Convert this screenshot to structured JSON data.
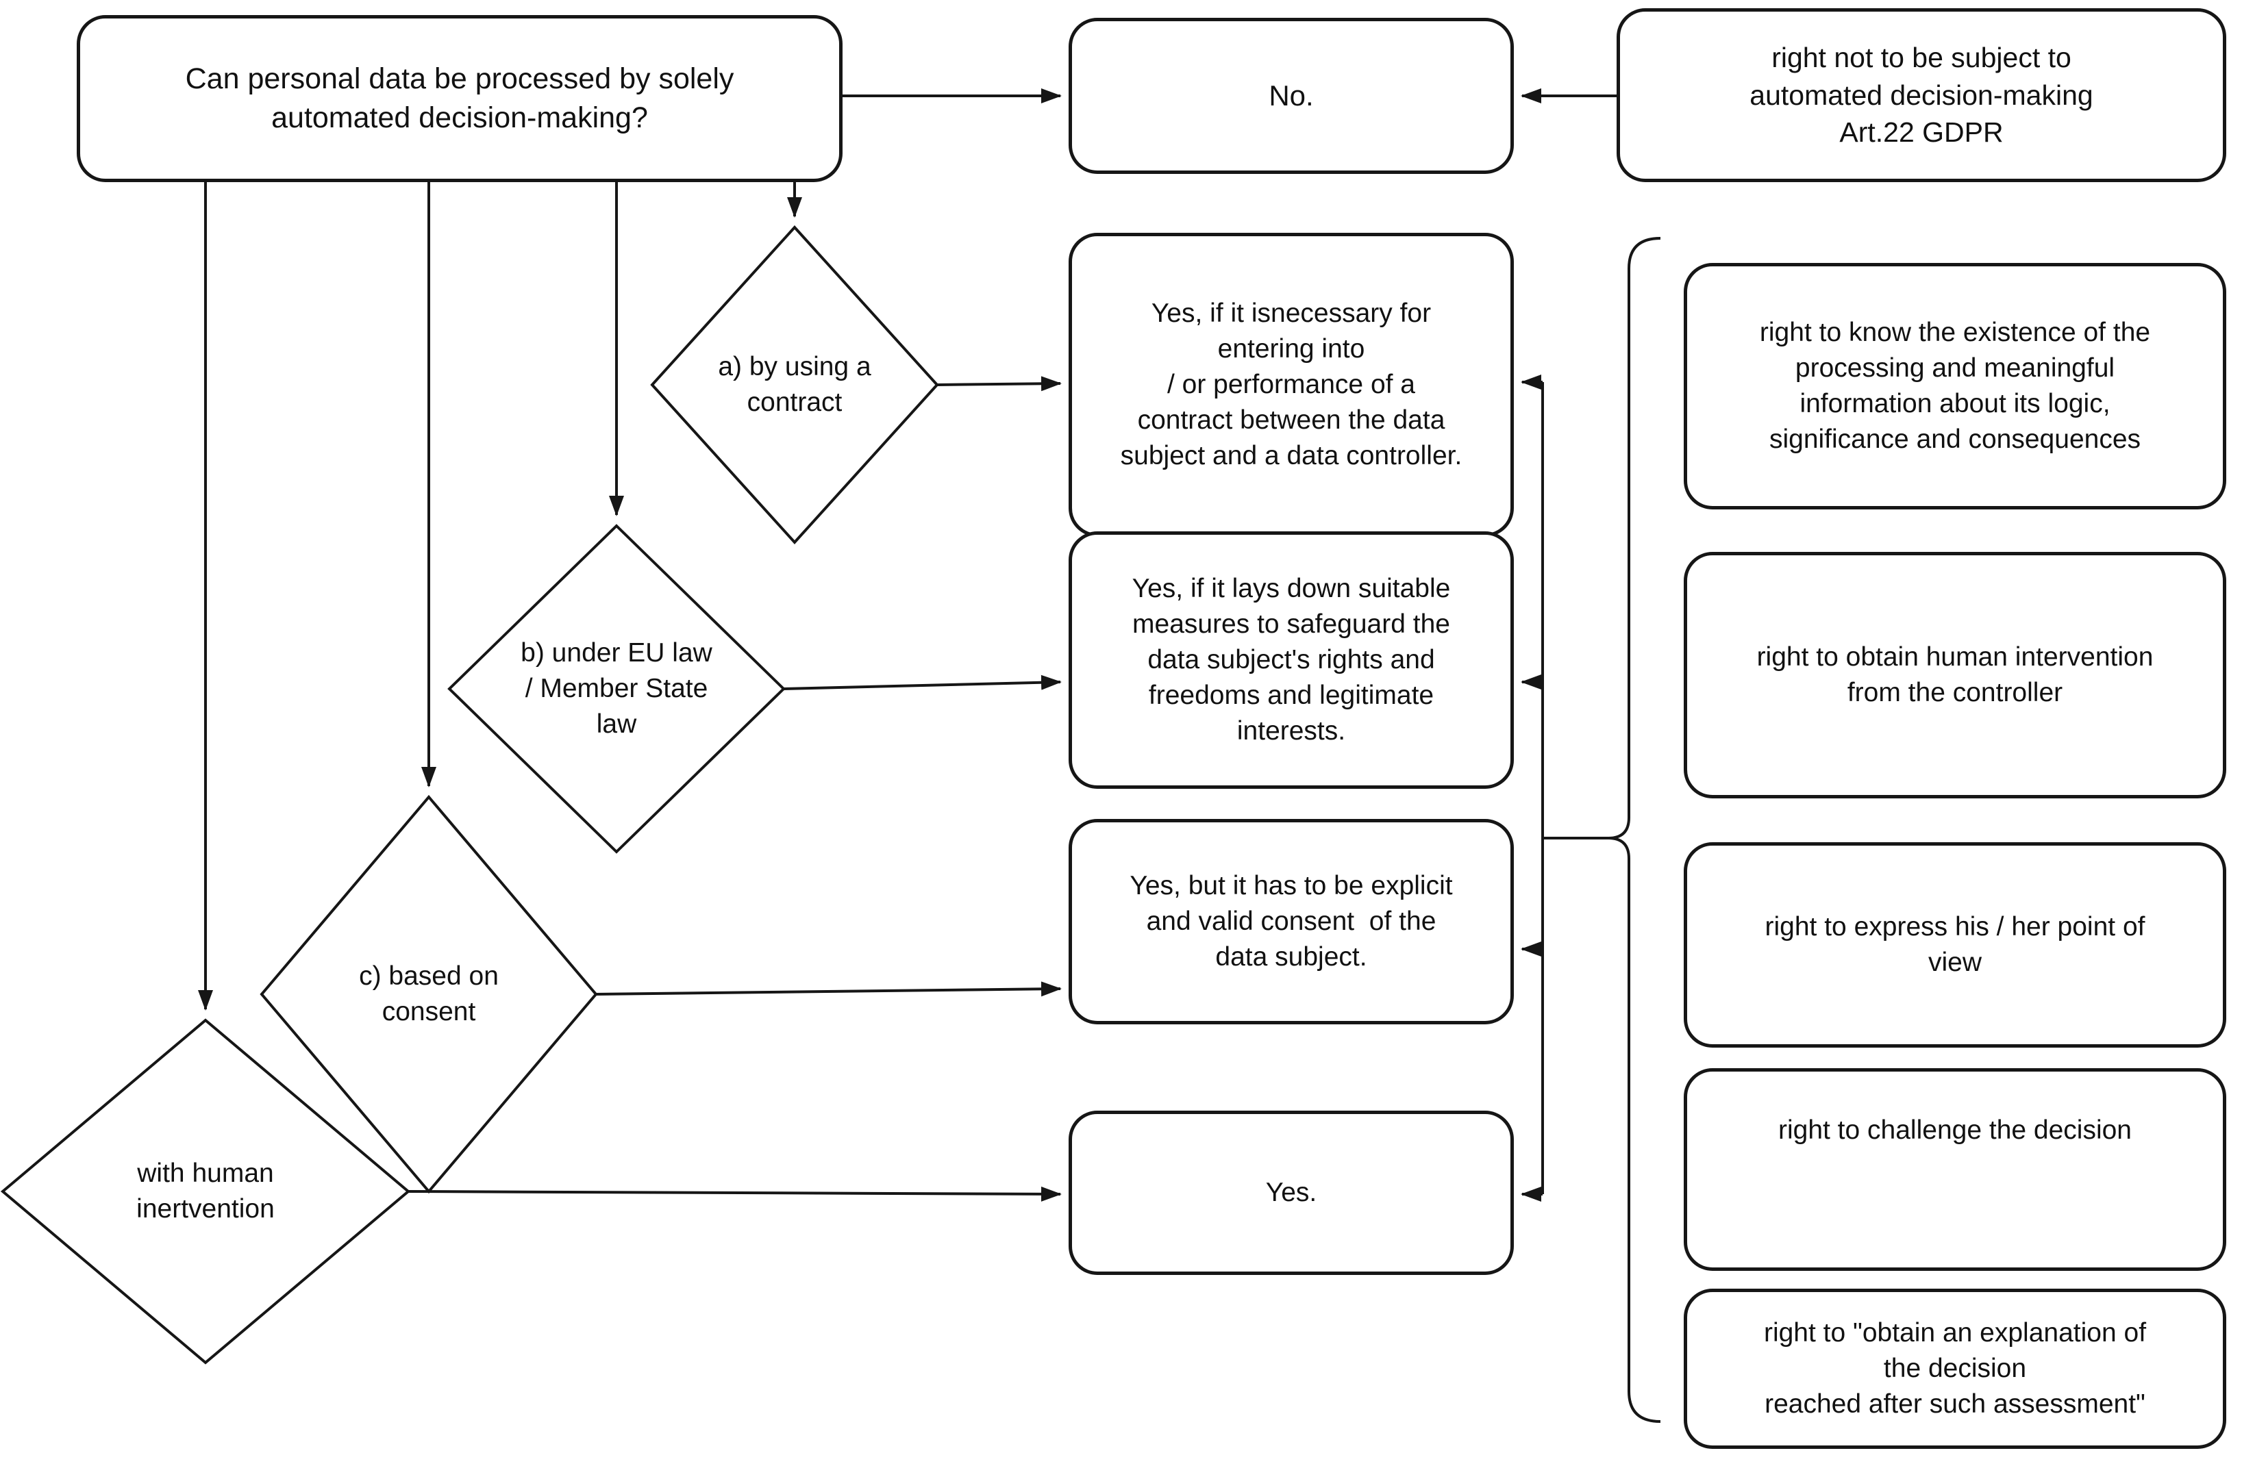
{
  "nodes": {
    "question": "Can personal data be processed by solely\nautomated decision-making?",
    "no": "No.",
    "art22": "right not to be subject to\nautomated decision-making\nArt.22 GDPR",
    "diamond_a": "a) by using a\ncontract",
    "diamond_b": "b) under EU law\n/ Member State\nlaw",
    "diamond_c": "c) based on\nconsent",
    "diamond_d": "with human\ninertvention",
    "yes_contract": "Yes, if it isnecessary for\nentering into\n/ or performance of a\ncontract between the data\nsubject and a data controller.",
    "yes_law": "Yes, if it lays down suitable\nmeasures to safeguard the\ndata subject's rights and\nfreedoms and legitimate\ninterests.",
    "yes_consent": "Yes, but it has to be explicit\nand valid consent  of the\ndata subject.",
    "yes_plain": "Yes.",
    "right_know": "right to know the existence of the\nprocessing and meaningful\ninformation about its logic,\nsignificance and consequences",
    "right_intervention": "right to obtain human intervention\nfrom the controller",
    "right_express": "right to express his / her point of\nview",
    "right_challenge": "right to challenge the decision",
    "right_explanation": "right to \"obtain an explanation of\nthe decision\nreached after such assessment\""
  },
  "colors": {
    "ink": "#161616",
    "background": "#ffffff"
  }
}
